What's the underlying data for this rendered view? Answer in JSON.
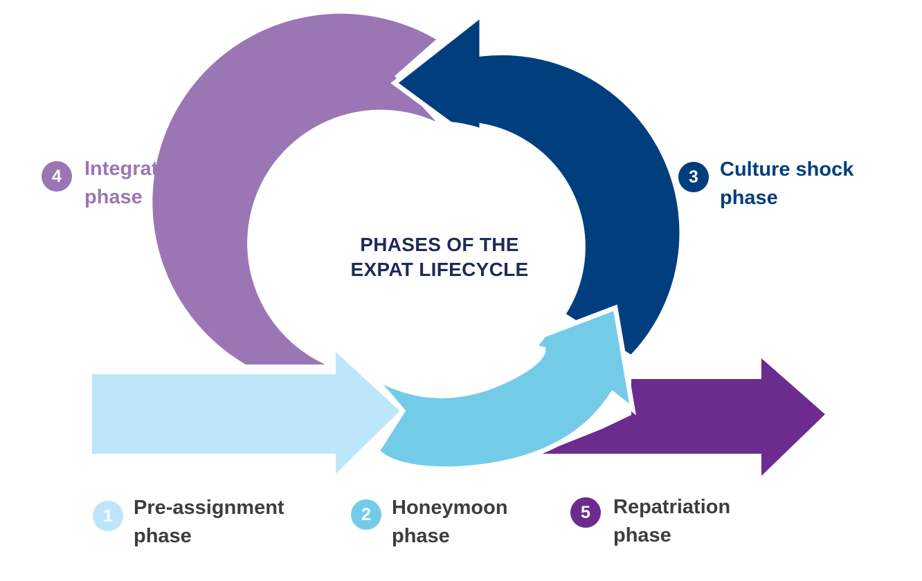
{
  "title": {
    "line1": "PHASES OF THE",
    "line2": "EXPAT LIFECYCLE"
  },
  "colors": {
    "pre_assignment": "#bde6fa",
    "honeymoon": "#74cbe8",
    "culture_shock": "#003e7e",
    "integration": "#9b76b4",
    "repatriation": "#6c2b8e",
    "title_text": "#1f2a56",
    "label_text": "#3d3d3d"
  },
  "phases": [
    {
      "number": "1",
      "line1": "Pre-assignment",
      "line2": "phase",
      "icon": "number-badge-icon"
    },
    {
      "number": "2",
      "line1": "Honeymoon",
      "line2": "phase",
      "icon": "number-badge-icon"
    },
    {
      "number": "3",
      "line1": "Culture shock",
      "line2": "phase",
      "icon": "number-badge-icon"
    },
    {
      "number": "4",
      "line1": "Integration",
      "line2": "phase",
      "icon": "number-badge-icon"
    },
    {
      "number": "5",
      "line1": "Repatriation",
      "line2": "phase",
      "icon": "number-badge-icon"
    }
  ]
}
